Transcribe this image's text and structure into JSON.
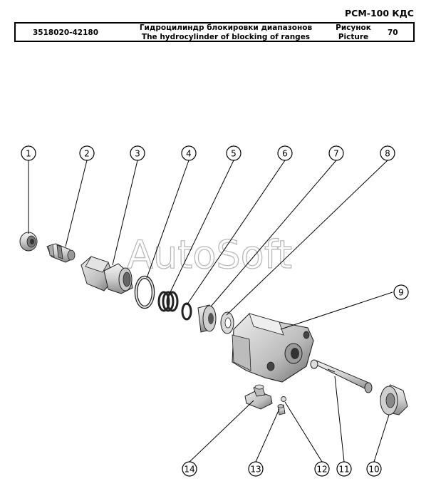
{
  "header": {
    "model": "РСМ-100 КДС",
    "part_number": "3518020-42180",
    "title_ru": "Гидроцилиндр блокировки диапазонов",
    "title_en": "The hydrocylinder of blocking of ranges",
    "picture_ru": "Рисунок",
    "picture_en": "Picture",
    "picture_number": "70"
  },
  "watermark": "AutoSoft",
  "callouts": [
    "1",
    "2",
    "3",
    "4",
    "5",
    "6",
    "7",
    "8",
    "9",
    "10",
    "11",
    "12",
    "13",
    "14"
  ],
  "colors": {
    "part_fill": "#d9d9d9",
    "part_dark": "#555555",
    "line": "#000000"
  }
}
